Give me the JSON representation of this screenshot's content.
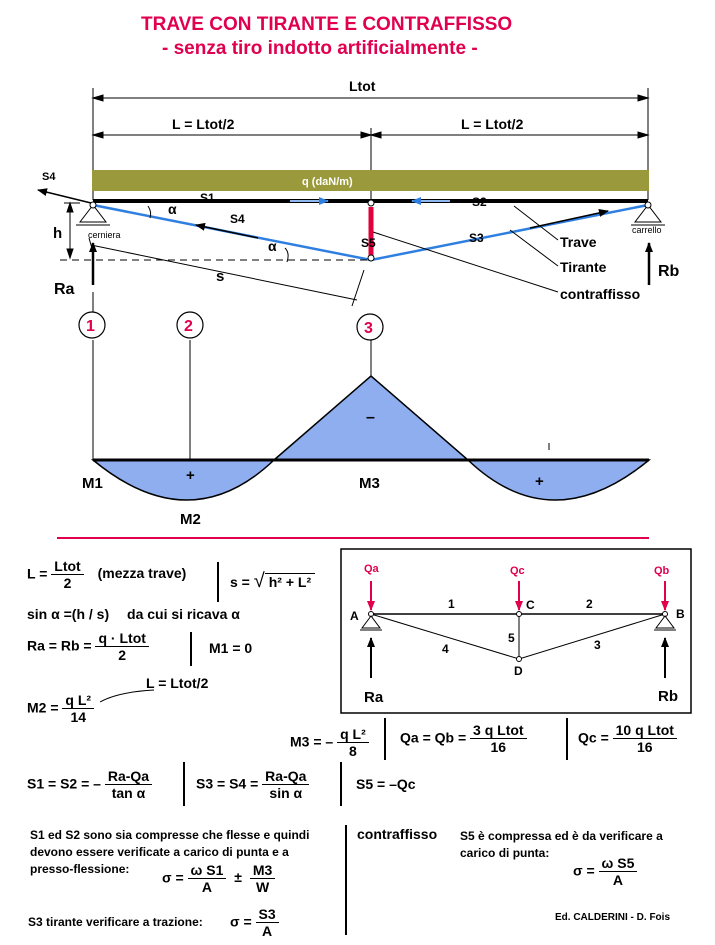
{
  "title": {
    "line1": "TRAVE CON TIRANTE E CONTRAFFISSO",
    "line2": "- senza tiro indotto artificialmente -"
  },
  "dims": {
    "ltot": "Ltot",
    "l_left": "L = Ltot/2",
    "l_right": "L = Ltot/2"
  },
  "labels": {
    "load": "q (daN/m)",
    "s1": "S1",
    "s2": "S2",
    "s3": "S3",
    "s4": "S4",
    "s4_out": "S4",
    "s5": "S5",
    "alpha": "α",
    "h": "h",
    "s": "s",
    "cerniera": "cerniera",
    "carrello": "carrello",
    "trave": "Trave",
    "tirante": "Tirante",
    "contraffisso": "contraffisso",
    "ra": "Ra",
    "rb": "Rb",
    "sec1": "1",
    "sec2": "2",
    "sec3": "3",
    "m1": "M1",
    "m2": "M2",
    "m3": "M3",
    "plus": "+",
    "minus": "–"
  },
  "scheme": {
    "qa": "Qa",
    "qc": "Qc",
    "qb": "Qb",
    "a": "A",
    "b": "B",
    "c": "C",
    "d": "D",
    "n1": "1",
    "n2": "2",
    "n3": "3",
    "n4": "4",
    "n5": "5",
    "ra": "Ra",
    "rb": "Rb"
  },
  "formulas": {
    "l_lhs": "L =",
    "l_num": "Ltot",
    "l_den": "2",
    "l_note": "(mezza trave)",
    "s_lhs": "s =",
    "s_rad": "h² + L²",
    "sin": "sin α =(h / s)",
    "sin_note": "da cui si ricava α",
    "ra_lhs": "Ra = Rb =",
    "ra_num": "q · Ltot",
    "ra_den": "2",
    "m1": "M1 = 0",
    "l_recall": "L = Ltot/2",
    "m2_lhs": "M2 =",
    "m2_num": "q L²",
    "m2_den": "14",
    "m3_lhs": "M3 = –",
    "m3_num": "q L²",
    "m3_den": "8",
    "qa_lhs": "Qa = Qb =",
    "qa_num": "3 q  Ltot",
    "qa_den": "16",
    "qc_lhs": "Qc =",
    "qc_num": "10 q  Ltot",
    "qc_den": "16",
    "s1_lhs": "S1 =  S2 = –",
    "s1_num": "Ra-Qa",
    "s1_den": "tan α",
    "s3_lhs": "S3 = S4 =",
    "s3_num": "Ra-Qa",
    "s3_den": "sin α",
    "s5": "S5 = –Qc"
  },
  "notes": {
    "n1_l1": "S1 ed S2 sono sia compresse che flesse e quindi",
    "n1_l2": "devono essere verificate a carico di punta e a",
    "n1_l3": "presso-flessione:",
    "sig1_lhs": "σ =",
    "sig1_num1": "ω  S1",
    "sig1_den1": "A",
    "sig1_pm": "±",
    "sig1_num2": "M3",
    "sig1_den2": "W",
    "n2": "S3 tirante verificare a trazione:",
    "sig2_lhs": "σ =",
    "sig2_num": "S3",
    "sig2_den": "A",
    "contraffisso": "contraffisso",
    "n3_l1": "S5 è compressa ed è da verificare a",
    "n3_l2": "carico di punta:",
    "sig3_lhs": "σ =",
    "sig3_num": "ω  S5",
    "sig3_den": "A",
    "credit": "Ed. CALDERINI - D. Fois"
  },
  "colors": {
    "title": "#e0004e",
    "load_band": "#9a9a3c",
    "tie": "#2f7fe0",
    "moment_fill": "#8faef0",
    "strut": "#e0003c",
    "divider": "#e0004e"
  }
}
